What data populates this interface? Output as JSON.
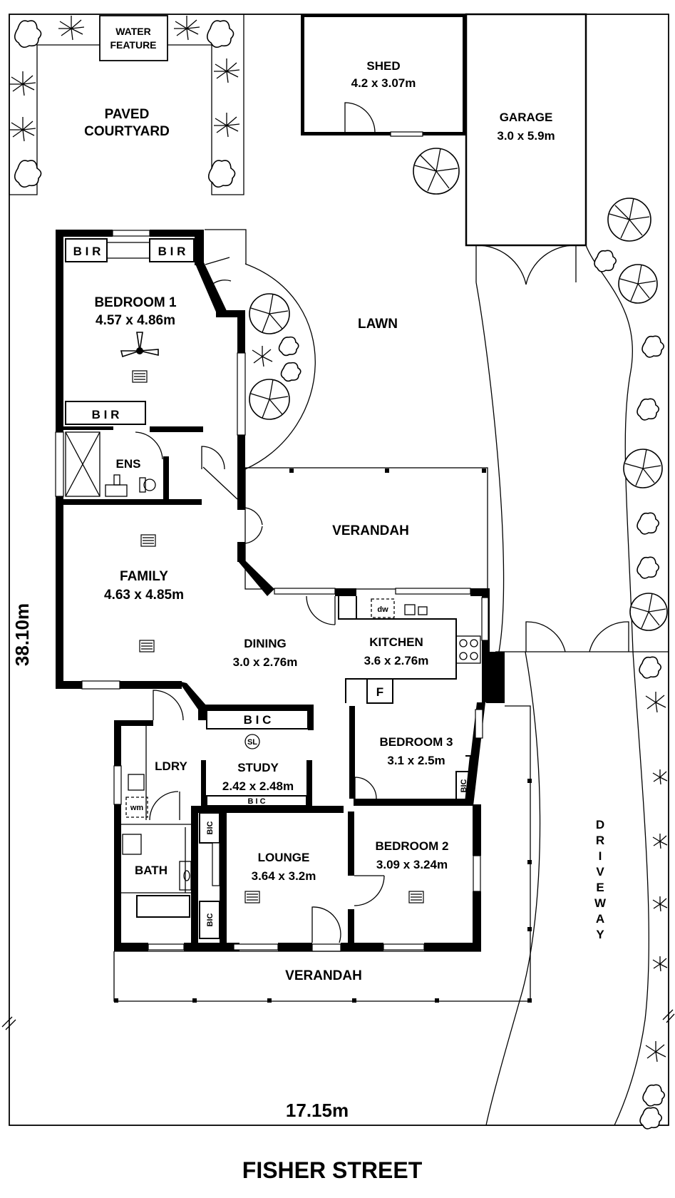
{
  "labels": {
    "water_feature_1": "WATER",
    "water_feature_2": "FEATURE",
    "paved_1": "PAVED",
    "paved_2": "COURTYARD",
    "shed_name": "SHED",
    "shed_dim": "4.2 x 3.07m",
    "garage_name": "GARAGE",
    "garage_dim": "3.0 x 5.9m",
    "bir_left": "B I R",
    "bir_right": "B I R",
    "bir_bottom": "B  I  R",
    "bedroom1_name": "BEDROOM 1",
    "bedroom1_dim": "4.57 x 4.86m",
    "lawn": "LAWN",
    "ens": "ENS",
    "verandah_rear": "VERANDAH",
    "family_name": "FAMILY",
    "family_dim": "4.63 x 4.85m",
    "dw": "dw",
    "dining_name": "DINING",
    "dining_dim": "3.0 x 2.76m",
    "kitchen_name": "KITCHEN",
    "kitchen_dim": "3.6 x 2.76m",
    "fridge": "F",
    "bic_study_top": "B I C",
    "sl": "SL",
    "bedroom3_name": "BEDROOM 3",
    "bedroom3_dim": "3.1 x 2.5m",
    "ldry": "LDRY",
    "study_name": "STUDY",
    "study_dim": "2.42 x 2.48m",
    "bic_study_bottom": "B  I  C",
    "wm": "wm",
    "bic_bed3": "BIC",
    "bic_lounge_top": "BIC",
    "bic_lounge_bottom": "BIC",
    "lounge_name": "LOUNGE",
    "lounge_dim": "3.64 x 3.2m",
    "bedroom2_name": "BEDROOM 2",
    "bedroom2_dim": "3.09 x 3.24m",
    "bath": "BATH",
    "driveway": [
      "D",
      "R",
      "I",
      "V",
      "E",
      "W",
      "A",
      "Y"
    ],
    "verandah_front": "VERANDAH",
    "depth_dim": "38.10m",
    "width_dim": "17.15m",
    "street": "FISHER  STREET"
  }
}
